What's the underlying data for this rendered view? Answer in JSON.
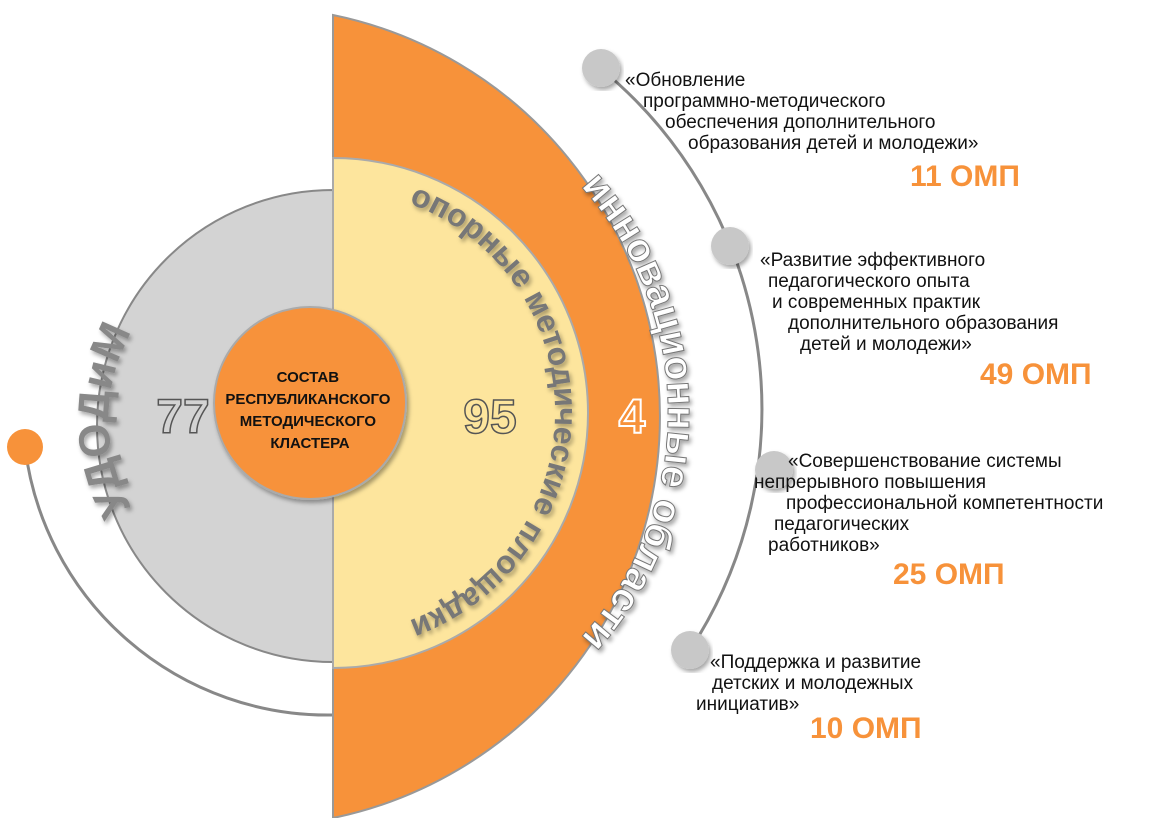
{
  "center": {
    "lines": [
      "СОСТАВ",
      "РЕСПУБЛИКАНСКОГО",
      "МЕТОДИЧЕСКОГО",
      "КЛАСТЕРА"
    ]
  },
  "rings": [
    {
      "label": "УДОДиМ",
      "count": "77"
    },
    {
      "label": "опорные методические площадки",
      "count": "95"
    },
    {
      "label": "инновационные области",
      "count": "4"
    }
  ],
  "areas": [
    {
      "lines": [
        "«Обновление",
        "программно-методического",
        "обеспечения дополнительного",
        "образования детей и молодежи»"
      ],
      "count": "11 ОМП"
    },
    {
      "lines": [
        "«Развитие эффективного",
        "педагогического опыта",
        "и современных практик",
        "дополнительного образования",
        "детей и молодежи»"
      ],
      "count": "49 ОМП"
    },
    {
      "lines": [
        "«Совершенствование системы",
        "непрерывного повышения",
        "профессиональной компетентности",
        "педагогических",
        "работников»"
      ],
      "count": "25 ОМП"
    },
    {
      "lines": [
        "«Поддержка и развитие",
        "детских и молодежных",
        "инициатив»"
      ],
      "count": "10 ОМП"
    }
  ],
  "colors": {
    "orange": "#f7923a",
    "yellow": "#fde59d",
    "grey": "#d3d3d3",
    "bubble": "#c8c8c8"
  }
}
